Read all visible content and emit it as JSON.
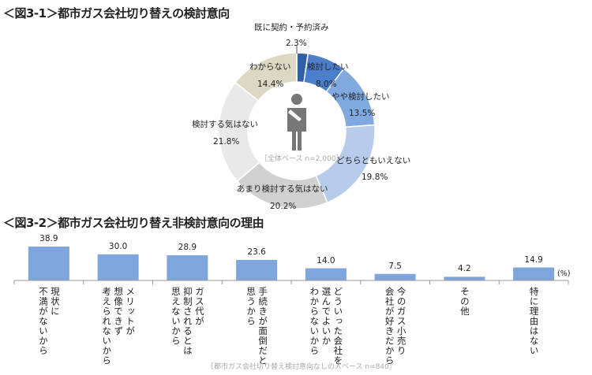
{
  "chart_data": [
    {
      "type": "pie",
      "donut": true,
      "title": "＜図3-1＞都市ガス会社切り替えの検討意向",
      "note": "［全体ベース n=2,000］",
      "slices": [
        {
          "label": "既に契約・予約済み",
          "value": 2.3,
          "display": "2.3%",
          "color": "#2f5fa6"
        },
        {
          "label": "検討したい",
          "value": 8.0,
          "display": "8.0%",
          "color": "#4b7fcc"
        },
        {
          "label": "やや検討したい",
          "value": 13.5,
          "display": "13.5%",
          "color": "#80a9df"
        },
        {
          "label": "どちらともいえない",
          "value": 19.8,
          "display": "19.8%",
          "color": "#b7cbea"
        },
        {
          "label": "あまり検討する気はない",
          "value": 20.2,
          "display": "20.2%",
          "color": "#d0d0d0"
        },
        {
          "label": "検討する気はない",
          "value": 21.8,
          "display": "21.8%",
          "color": "#e9e9e9"
        },
        {
          "label": "わからない",
          "value": 14.4,
          "display": "14.4%",
          "color": "#ddd8c4"
        }
      ]
    },
    {
      "type": "bar",
      "title": "＜図3-2＞都市ガス会社切り替え非検討意向の理由",
      "unit": "(%)",
      "note": "［都市ガス会社切り替え検討意向なしの人ベース n=840］",
      "color": "#7fa6dc",
      "categories": [
        "現状に\n不満がないから",
        "メリットが\n想像できず\n考えられないから",
        "ガス代が\n抑制されるとは\n思えないから",
        "手続きが面倒だと\n思うから",
        "どういった会社を\n選んでよいか\nわからないから",
        "今のガス小売り\n会社が好きだから",
        "その他",
        "特に理由はない"
      ],
      "values": [
        38.9,
        30.0,
        28.9,
        23.6,
        14.0,
        7.5,
        4.2,
        14.9
      ],
      "labels": [
        "38.9",
        "30.0",
        "28.9",
        "23.6",
        "14.0",
        "7.5",
        "4.2",
        "14.9"
      ]
    }
  ]
}
